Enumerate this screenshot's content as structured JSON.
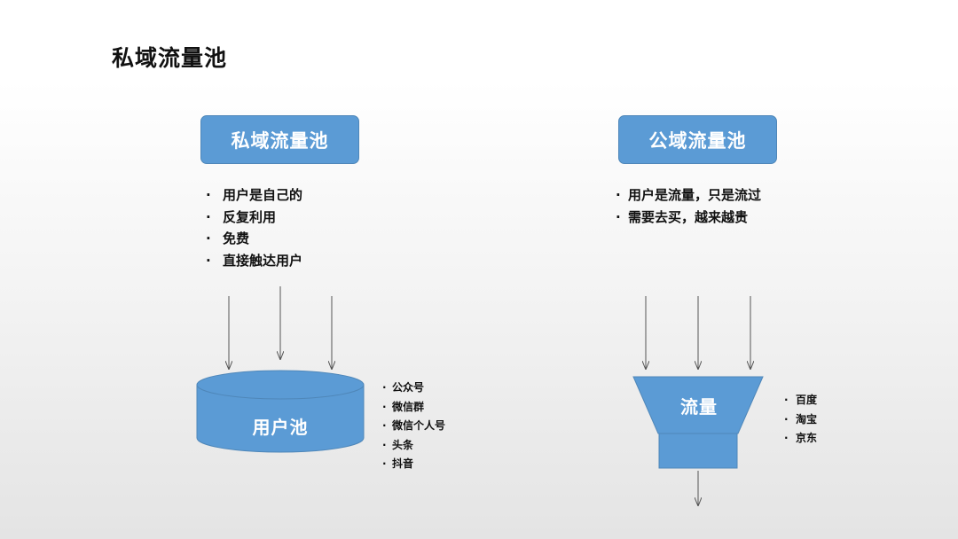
{
  "slide": {
    "title": "私域流量池"
  },
  "private_domain": {
    "heading": "私域流量池",
    "features": [
      "用户是自己的",
      "反复利用",
      "免费",
      "直接触达用户"
    ],
    "pool_label": "用户池",
    "channels": [
      "公众号",
      "微信群",
      "微信个人号",
      "头条",
      "抖音"
    ]
  },
  "public_domain": {
    "heading": "公域流量池",
    "features": [
      "用户是流量，只是流过",
      "需要去买，越来越贵"
    ],
    "funnel_label": "流量",
    "channels": [
      "百度",
      "淘宝",
      "京东"
    ]
  },
  "colors": {
    "shape_fill": "#5b9bd5",
    "shape_stroke": "#4f87b9",
    "arrow": "#555555"
  }
}
